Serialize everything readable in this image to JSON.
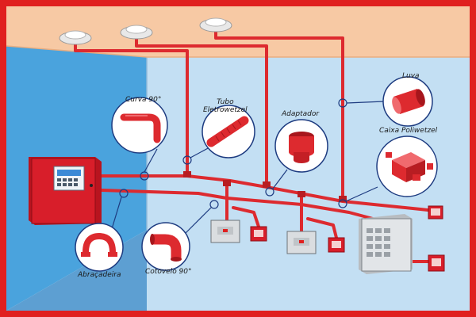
{
  "colors": {
    "ceiling": "#f7c9a4",
    "wall_left": "#4aa3dd",
    "wall_right": "#bcdcf2",
    "floor": "#7fb8e3",
    "frame": "#e0201f",
    "pipe": "#dd2a2f",
    "pipe_dark": "#b81d22",
    "callout_border": "#1d3b80",
    "callout_fill": "#ffffff",
    "panel_red": "#d81e2a",
    "box_grey": "#d6d9dc"
  },
  "labels": {
    "curva": "Curva 90°",
    "tubo_line1": "Tubo",
    "tubo_line2": "Eletrowetzel",
    "adaptador": "Adaptador",
    "luva": "Luva",
    "caixa": "Caixa Poliwetzel",
    "abracadeira": "Abraçadeira",
    "cotovelo": "Cotovelo 90°"
  },
  "icons": {
    "smoke_detector": "smoke-detector-icon",
    "alarm_panel": "fire-alarm-panel-icon",
    "manual_call_point": "manual-call-point-icon",
    "junction_box": "junction-box-icon",
    "curve_fitting": "curve-90-icon",
    "tube_fitting": "tube-icon",
    "adapter_fitting": "adapter-icon",
    "sleeve_fitting": "sleeve-icon",
    "box_fitting": "box-icon",
    "clamp_fitting": "clamp-icon",
    "elbow_fitting": "elbow-90-icon"
  }
}
